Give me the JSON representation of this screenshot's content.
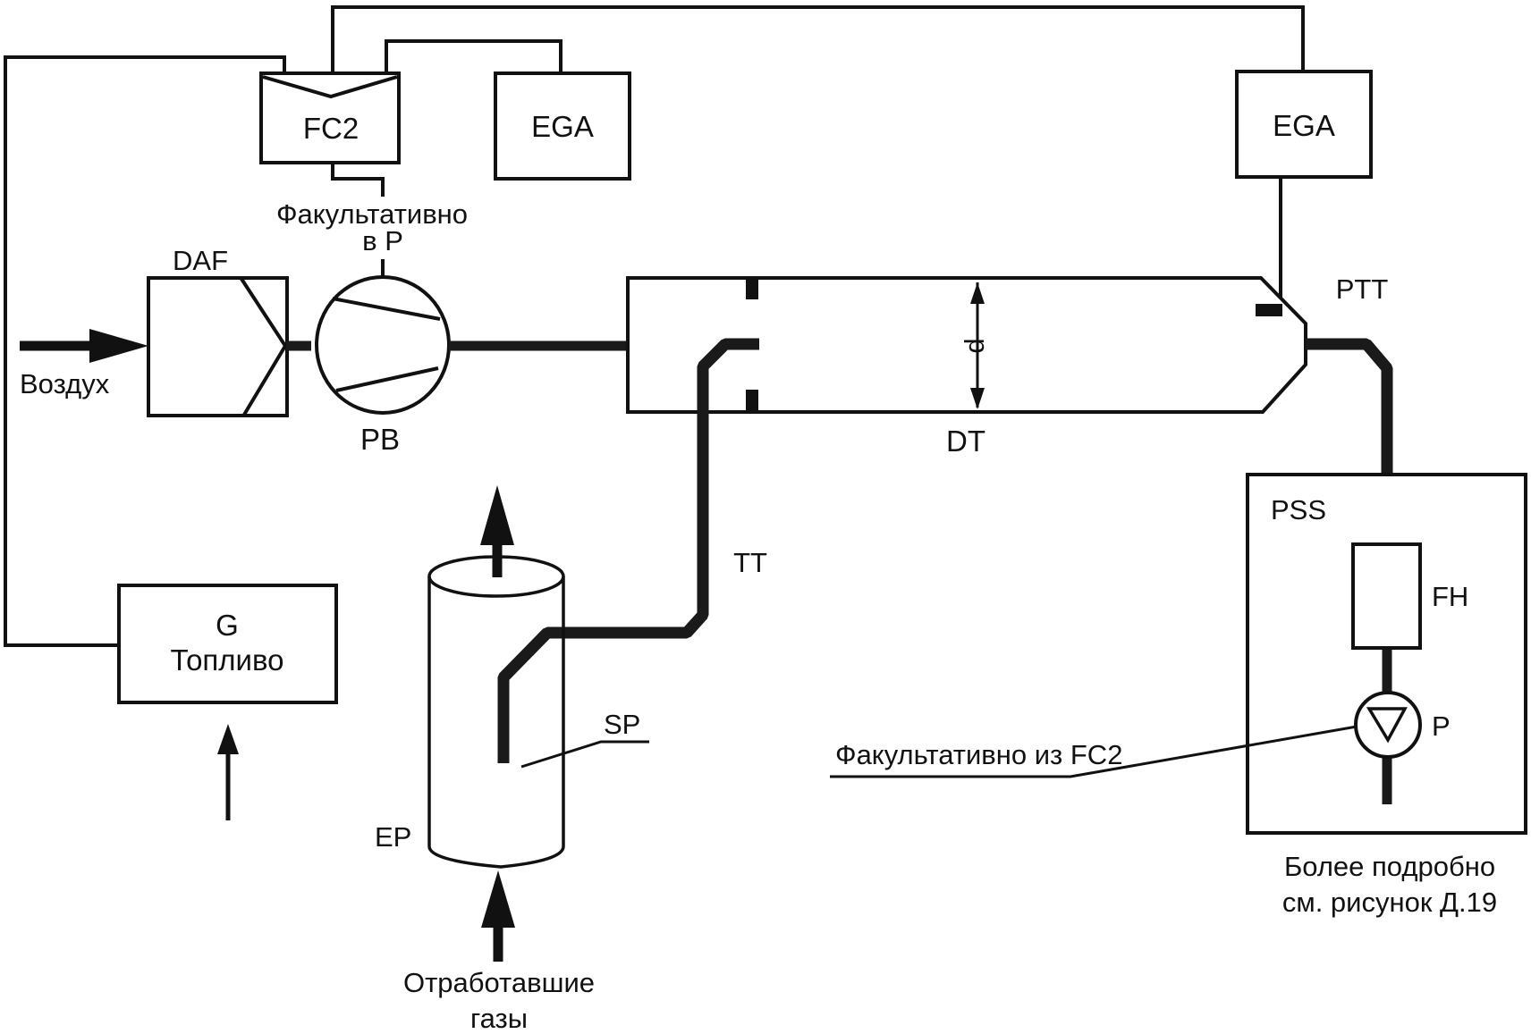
{
  "diagram": {
    "components": {
      "fc2": {
        "label": "FC2"
      },
      "ega_left": {
        "label": "EGA"
      },
      "ega_right": {
        "label": "EGA"
      },
      "daf": {
        "label": "DAF"
      },
      "pb": {
        "label": "PB"
      },
      "dt": {
        "label": "DT",
        "dimension": "d"
      },
      "ptt": {
        "label": "PTT"
      },
      "tt": {
        "label": "TT"
      },
      "sp": {
        "label": "SP"
      },
      "ep": {
        "label": "EP"
      },
      "g": {
        "label_line1": "G",
        "label_line2": "Топливо"
      },
      "pss": {
        "label": "PSS"
      },
      "fh": {
        "label": "FH"
      },
      "p": {
        "label": "P"
      }
    },
    "annotations": {
      "optional_to_p_line1": "Факультативно",
      "optional_to_p_line2": "в P",
      "air_inlet": "Воздух",
      "exhaust_line1": "Отработавшие",
      "exhaust_line2": "газы",
      "optional_from_fc2": "Факультативно из FC2",
      "see_more_line1": "Более подробно",
      "see_more_line2": "см. рисунок Д.19"
    }
  }
}
